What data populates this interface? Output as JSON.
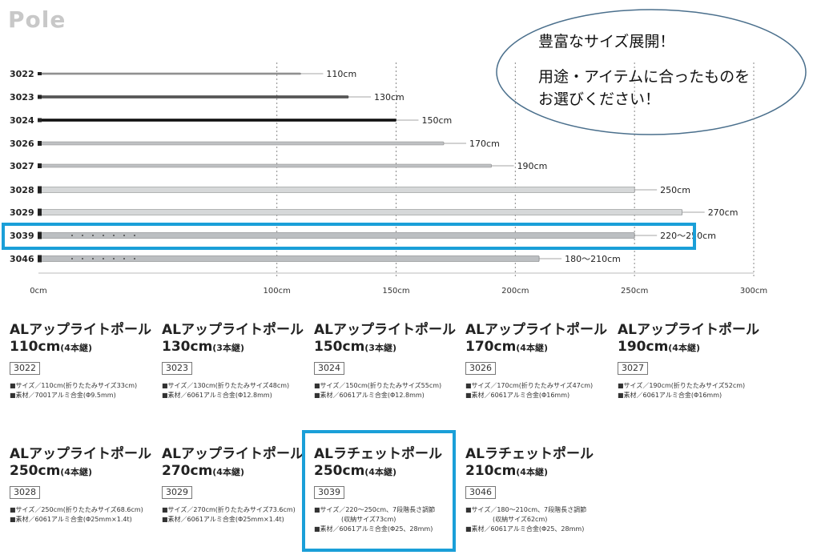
{
  "page_title": "Pole",
  "callout": {
    "line1": "豊富なサイズ展開！",
    "line2": "用途・アイテムに合ったものを",
    "line3": "お選びください！"
  },
  "chart_data": {
    "type": "bar",
    "xunit": "cm",
    "xlim": [
      0,
      300
    ],
    "xticks": [
      "0cm",
      "100cm",
      "150cm",
      "200cm",
      "250cm",
      "300cm"
    ],
    "xtick_values": [
      0,
      100,
      150,
      200,
      250,
      300
    ],
    "highlighted": "3039",
    "rows": [
      {
        "code": "3022",
        "value": 110,
        "label": "110cm",
        "style": "thin"
      },
      {
        "code": "3023",
        "value": 130,
        "label": "130cm",
        "style": "dark"
      },
      {
        "code": "3024",
        "value": 150,
        "label": "150cm",
        "style": "black"
      },
      {
        "code": "3026",
        "value": 170,
        "label": "170cm",
        "style": "mid"
      },
      {
        "code": "3027",
        "value": 190,
        "label": "190cm",
        "style": "mid"
      },
      {
        "code": "3028",
        "value": 250,
        "label": "250cm",
        "style": "thick"
      },
      {
        "code": "3029",
        "value": 270,
        "label": "270cm",
        "style": "thick"
      },
      {
        "code": "3039",
        "value": 250,
        "label": "220～250cm",
        "style": "ratchet"
      },
      {
        "code": "3046",
        "value": 210,
        "label": "180～210cm",
        "style": "ratchet"
      }
    ]
  },
  "products": [
    {
      "name": "ALアップライトポール",
      "size": "110cm",
      "pieces": "(4本継)",
      "code": "3022",
      "spec1": "■サイズ／110cm(折りたたみサイズ33cm)",
      "spec2": "■素材／7001アルミ合金(Φ9.5mm)"
    },
    {
      "name": "ALアップライトポール",
      "size": "130cm",
      "pieces": "(3本継)",
      "code": "3023",
      "spec1": "■サイズ／130cm(折りたたみサイズ48cm)",
      "spec2": "■素材／6061アルミ合金(Φ12.8mm)"
    },
    {
      "name": "ALアップライトポール",
      "size": "150cm",
      "pieces": "(3本継)",
      "code": "3024",
      "spec1": "■サイズ／150cm(折りたたみサイズ55cm)",
      "spec2": "■素材／6061アルミ合金(Φ12.8mm)"
    },
    {
      "name": "ALアップライトポール",
      "size": "170cm",
      "pieces": "(4本継)",
      "code": "3026",
      "spec1": "■サイズ／170cm(折りたたみサイズ47cm)",
      "spec2": "■素材／6061アルミ合金(Φ16mm)"
    },
    {
      "name": "ALアップライトポール",
      "size": "190cm",
      "pieces": "(4本継)",
      "code": "3027",
      "spec1": "■サイズ／190cm(折りたたみサイズ52cm)",
      "spec2": "■素材／6061アルミ合金(Φ16mm)"
    },
    {
      "name": "ALアップライトポール",
      "size": "250cm",
      "pieces": "(4本継)",
      "code": "3028",
      "spec1": "■サイズ／250cm(折りたたみサイズ68.6cm)",
      "spec2": "■素材／6061アルミ合金(Φ25mm×1.4t)"
    },
    {
      "name": "ALアップライトポール",
      "size": "270cm",
      "pieces": "(4本継)",
      "code": "3029",
      "spec1": "■サイズ／270cm(折りたたみサイズ73.6cm)",
      "spec2": "■素材／6061アルミ合金(Φ25mm×1.4t)"
    },
    {
      "name": "ALラチェットポール",
      "size": "250cm",
      "pieces": "(4本継)",
      "code": "3039",
      "spec1": "■サイズ／220～250cm、7段階長さ調節",
      "spec1b": "(収納サイズ73cm)",
      "spec2": "■素材／6061アルミ合金(Φ25、28mm)"
    },
    {
      "name": "ALラチェットポール",
      "size": "210cm",
      "pieces": "(4本継)",
      "code": "3046",
      "spec1": "■サイズ／180～210cm、7段階長さ調節",
      "spec1b": "(収納サイズ62cm)",
      "spec2": "■素材／6061アルミ合金(Φ25、28mm)"
    }
  ]
}
